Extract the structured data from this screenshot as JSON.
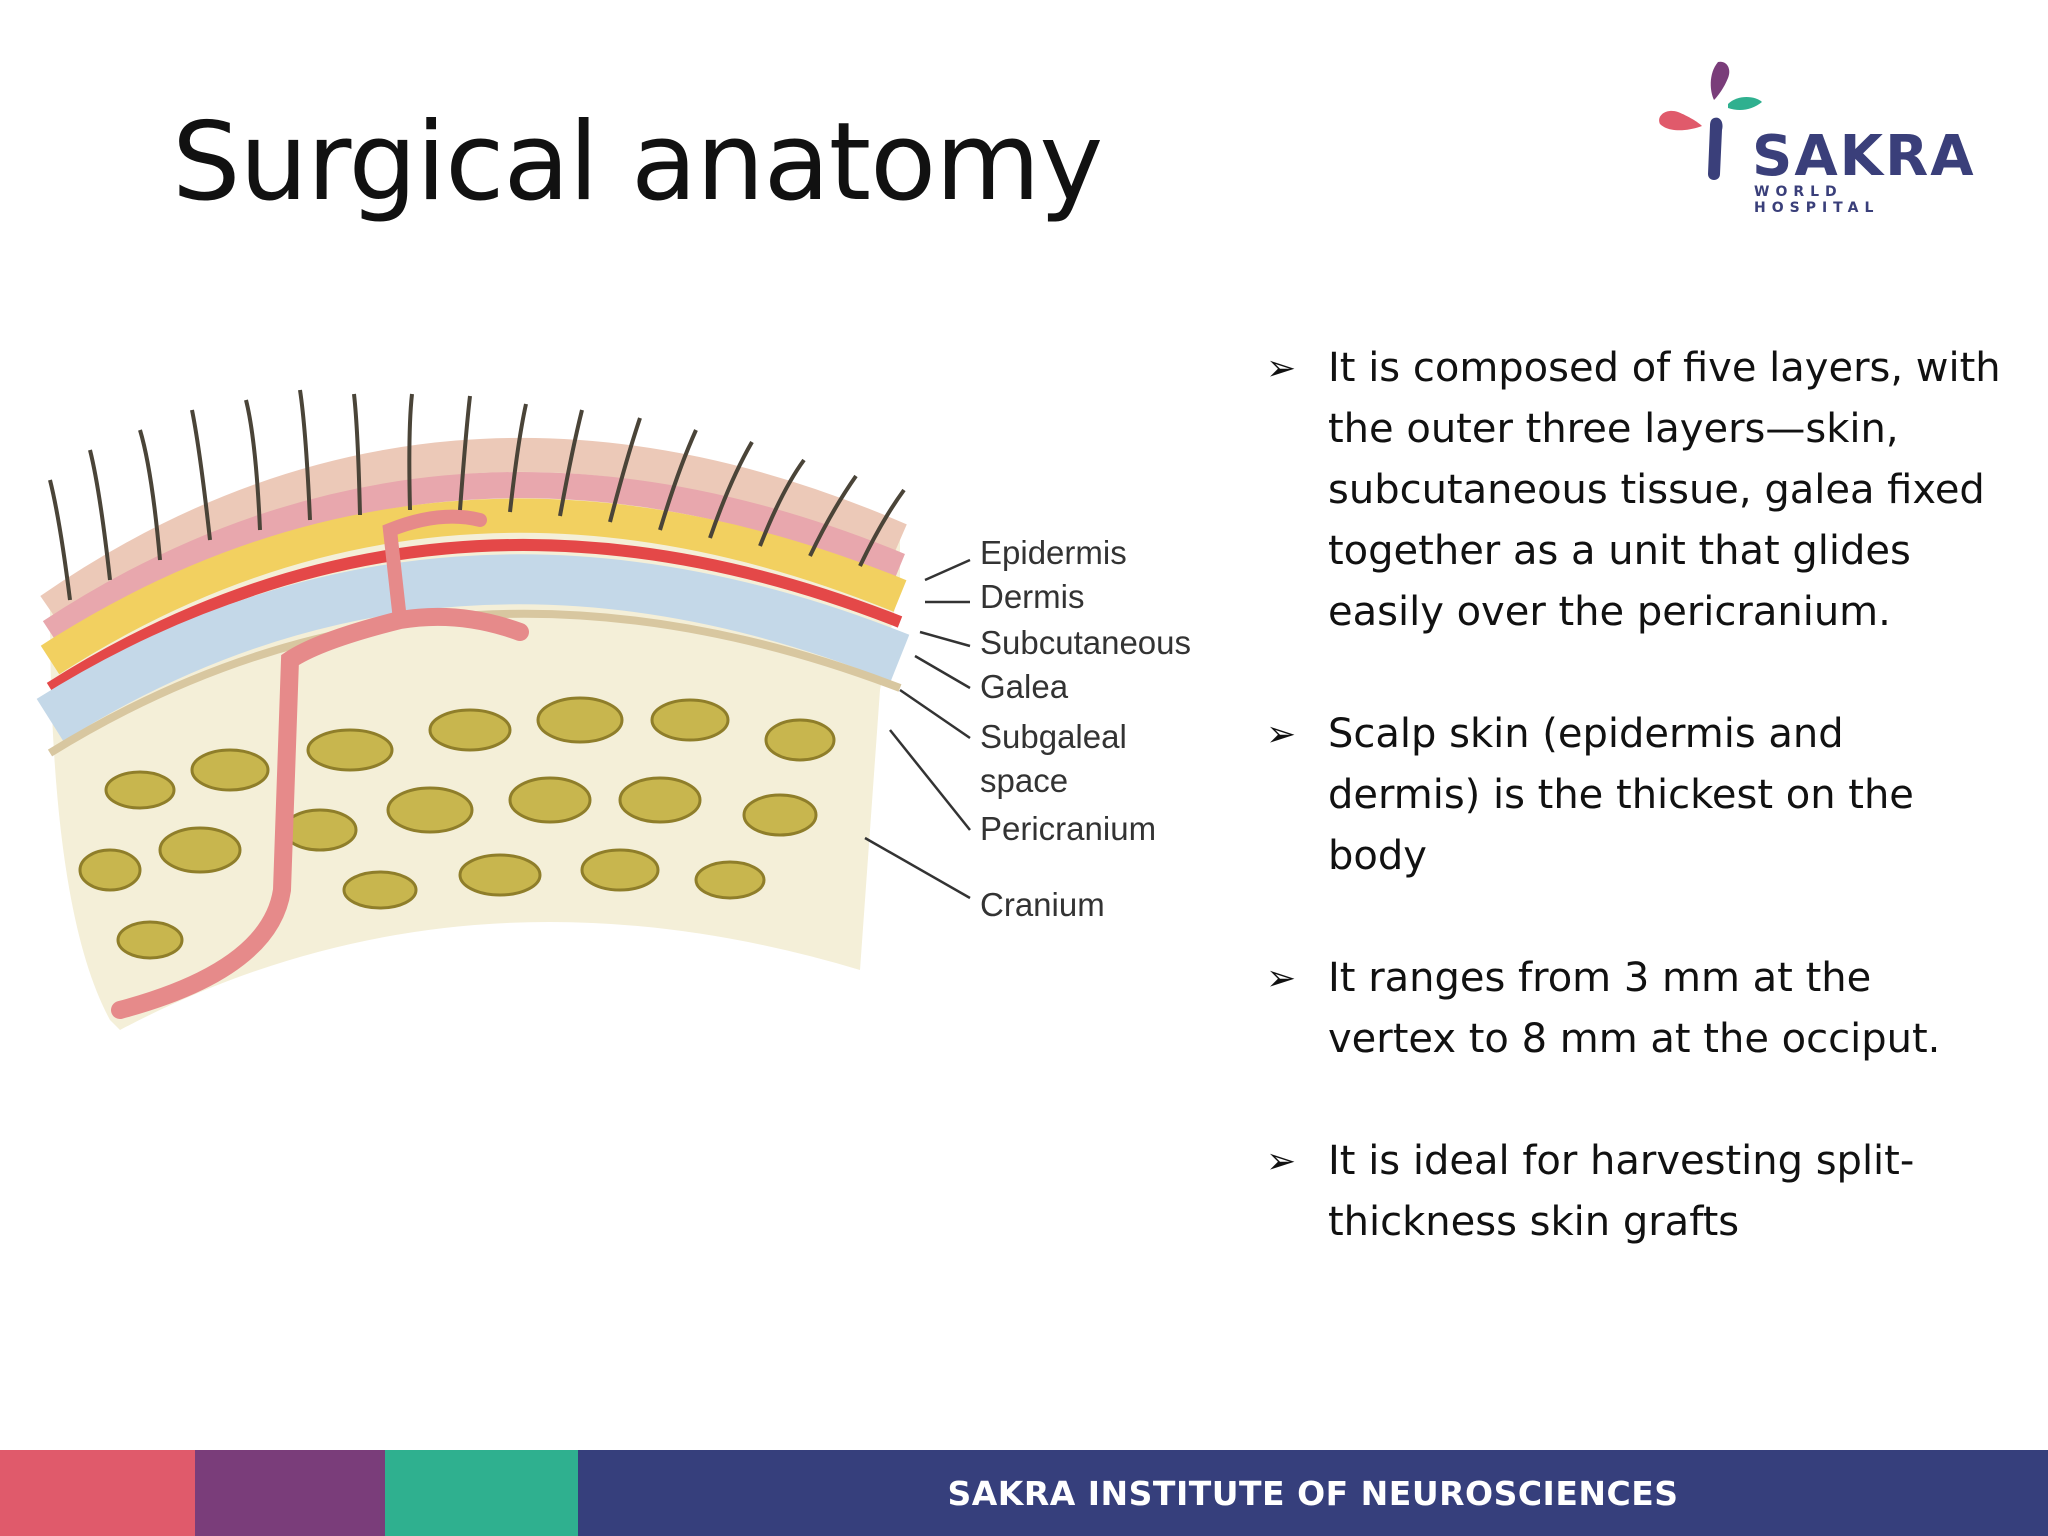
{
  "slide": {
    "title": "Surgical anatomy",
    "logo": {
      "name": "SAKRA",
      "subtitle": "WORLD HOSPITAL"
    },
    "diagram_labels": [
      "Epidermis",
      "Dermis",
      "Subcutaneous",
      "Galea",
      "Subgaleal",
      "space",
      "Pericranium",
      "Cranium"
    ],
    "bullets": [
      "It is composed of five layers, with the outer three layers—skin, subcutaneous tissue, galea fixed together as a unit  that glides easily over the pericranium.",
      "Scalp skin (epidermis and dermis) is the thickest on the body",
      "It ranges from 3 mm at the vertex to 8 mm at the occiput.",
      "It is ideal for harvesting split-thickness skin grafts"
    ],
    "bullet_marker": "➢",
    "footer": "SAKRA INSTITUTE OF NEUROSCIENCES"
  },
  "colors": {
    "footer_pink": "#e05a6b",
    "footer_purple": "#7a3d7a",
    "footer_teal": "#2fb08f",
    "footer_navy": "#363f7c",
    "logo_text": "#3a3f7a"
  },
  "icons": [
    "sakra-cross-logo-icon",
    "bullet-arrow-icon"
  ]
}
